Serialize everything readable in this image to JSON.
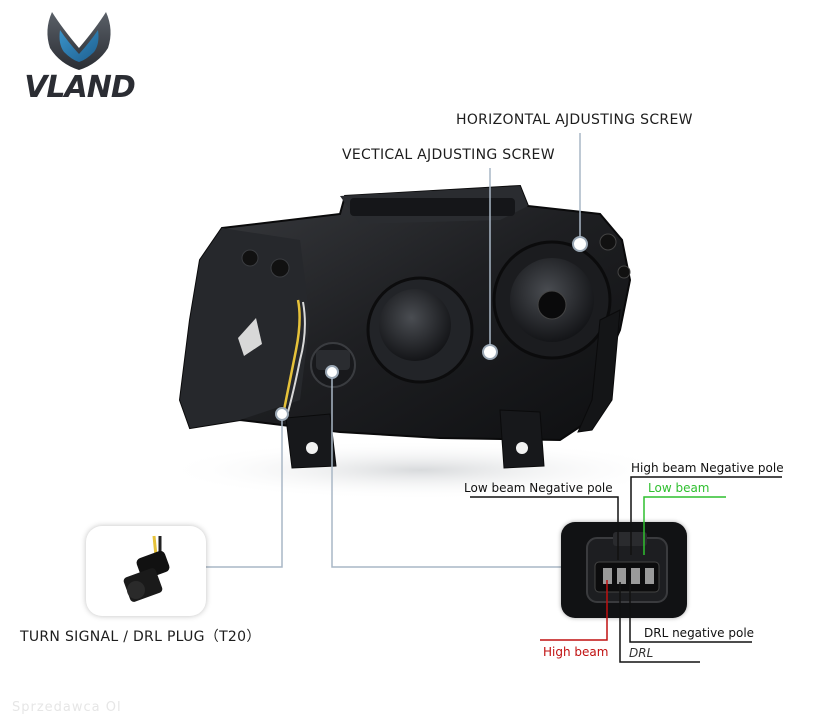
{
  "brand": {
    "name": "VLAND"
  },
  "labels": {
    "horizontal_screw": "HORIZONTAL AJDUSTING SCREW",
    "vertical_screw": "VECTICAL AJDUSTING SCREW",
    "turn_signal_plug": "TURN SIGNAL / DRL PLUG（T20）",
    "high_beam_negative": "High beam Negative pole",
    "low_beam_negative": "Low beam Negative pole",
    "low_beam": "Low beam",
    "drl_negative": "DRL negative pole",
    "high_beam": "High beam",
    "drl": "DRL"
  },
  "colors": {
    "low_beam": "#2fbf2f",
    "high_beam": "#c01010",
    "leader_line": "#a9b7c6",
    "housing": "#1c1d20"
  },
  "watermark": "Sprzedawca Ol"
}
